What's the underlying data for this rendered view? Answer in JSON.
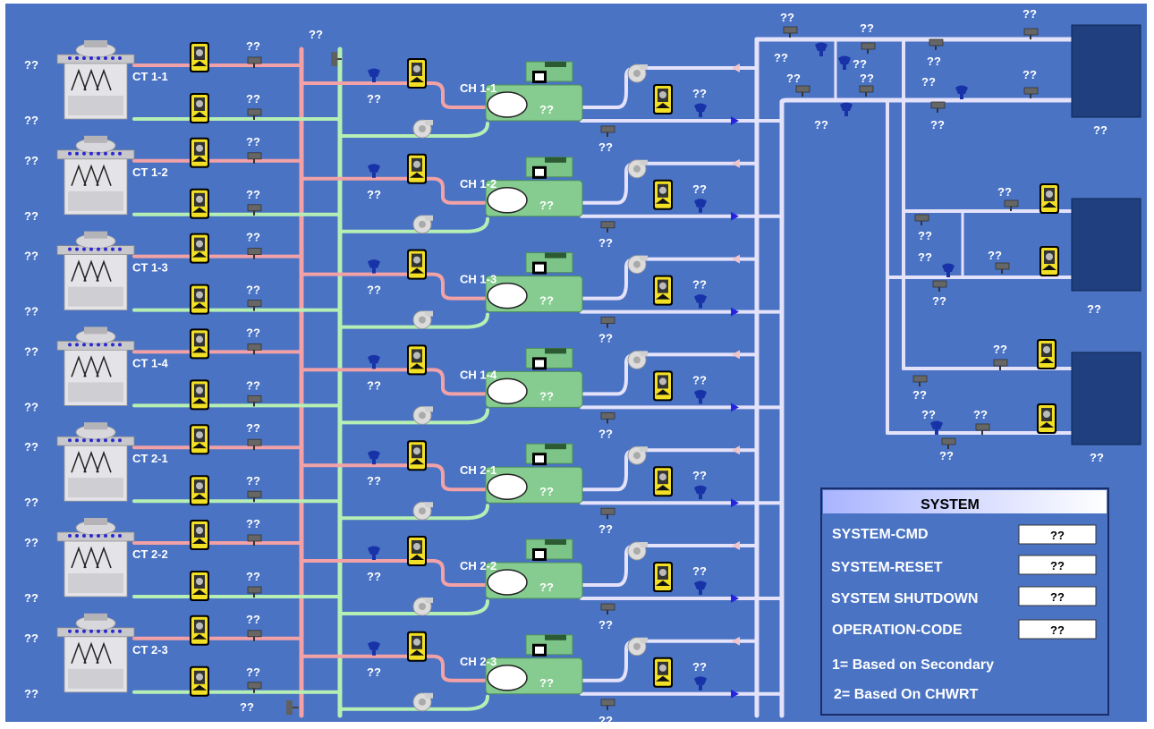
{
  "colors": {
    "background": "#4a73c4",
    "condenser_supply": "#f2a2a6",
    "condenser_return": "#b6efb4",
    "chilled_water": "#e4e2fa",
    "chiller_body": "#86cc90",
    "load_block": "#1f3f7f",
    "valve": "#1833a8",
    "sensor": "#707070",
    "vfd_body": "#f2e024"
  },
  "cooling_towers": [
    {
      "label": "CT 1-1",
      "val_top": "??",
      "val_bottom": "??",
      "sensor_top": "??",
      "sensor_bottom": "??"
    },
    {
      "label": "CT 1-2",
      "val_top": "??",
      "val_bottom": "??",
      "sensor_top": "??",
      "sensor_bottom": "??"
    },
    {
      "label": "CT 1-3",
      "val_top": "??",
      "val_bottom": "??",
      "sensor_top": "??",
      "sensor_bottom": "??"
    },
    {
      "label": "CT 1-4",
      "val_top": "??",
      "val_bottom": "??",
      "sensor_top": "??",
      "sensor_bottom": "??"
    },
    {
      "label": "CT 2-1",
      "val_top": "??",
      "val_bottom": "??",
      "sensor_top": "??",
      "sensor_bottom": "??"
    },
    {
      "label": "CT 2-2",
      "val_top": "??",
      "val_bottom": "??",
      "sensor_top": "??",
      "sensor_bottom": "??"
    },
    {
      "label": "CT 2-3",
      "val_top": "??",
      "val_bottom": "??",
      "sensor_top": "??",
      "sensor_bottom": "??"
    }
  ],
  "chillers": [
    {
      "label": "CH 1-1",
      "valve_value": "??",
      "status_value": "??",
      "outlet_value": "??",
      "sensor_value": "??"
    },
    {
      "label": "CH 1-2",
      "valve_value": "??",
      "status_value": "??",
      "outlet_value": "??",
      "sensor_value": "??"
    },
    {
      "label": "CH 1-3",
      "valve_value": "??",
      "status_value": "??",
      "outlet_value": "??",
      "sensor_value": "??"
    },
    {
      "label": "CH 1-4",
      "valve_value": "??",
      "status_value": "??",
      "outlet_value": "??",
      "sensor_value": "??"
    },
    {
      "label": "CH 2-1",
      "valve_value": "??",
      "status_value": "??",
      "outlet_value": "??",
      "sensor_value": "??"
    },
    {
      "label": "CH 2-2",
      "valve_value": "??",
      "status_value": "??",
      "outlet_value": "??",
      "sensor_value": "??"
    },
    {
      "label": "CH 2-3",
      "valve_value": "??",
      "status_value": "??",
      "outlet_value": "??",
      "sensor_value": "??"
    }
  ],
  "header": {
    "condenser_header_value": "??",
    "bottom_header_value": "??"
  },
  "top_right": {
    "values": [
      "??",
      "??",
      "??",
      "??",
      "??",
      "??",
      "??",
      "??",
      "??",
      "??",
      "??",
      "??"
    ],
    "load_values": [
      "??",
      "??",
      "??"
    ]
  },
  "mid_right": {
    "values": [
      "??",
      "??",
      "??",
      "??",
      "??",
      "??",
      "??",
      "??",
      "??",
      "??"
    ]
  },
  "system_panel": {
    "title": "SYSTEM",
    "rows": [
      {
        "label": "SYSTEM-CMD",
        "value": "??"
      },
      {
        "label": "SYSTEM-RESET",
        "value": "??"
      },
      {
        "label": "SYSTEM SHUTDOWN",
        "value": "??"
      },
      {
        "label": "OPERATION-CODE",
        "value": "??"
      }
    ],
    "notes": [
      "1= Based on Secondary",
      "2= Based On CHWRT"
    ]
  }
}
